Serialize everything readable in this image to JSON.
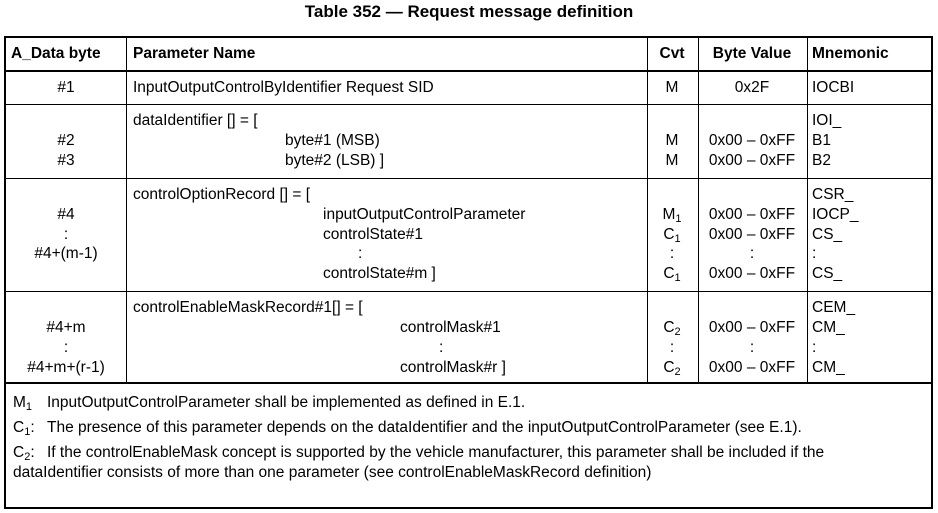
{
  "title": "Table 352 — Request message definition",
  "headers": [
    "A_Data byte",
    "Parameter Name",
    "Cvt",
    "Byte Value",
    "Mnemonic"
  ],
  "rows": [
    {
      "byte": [
        "#1"
      ],
      "params": [
        "InputOutputControlByIdentifier Request SID"
      ],
      "cvt": [
        "M"
      ],
      "value": [
        "0x2F"
      ],
      "mnemonic": [
        "IOCBI"
      ]
    },
    {
      "byte": [
        "#2",
        "#3"
      ],
      "params": [
        "dataIdentifier [] = [",
        "byte#1 (MSB)",
        "byte#2 (LSB) ]"
      ],
      "cvt": [
        "M",
        "M"
      ],
      "value": [
        "0x00 – 0xFF",
        "0x00 – 0xFF"
      ],
      "mnemonic": [
        "IOI_",
        "B1",
        "B2"
      ]
    },
    {
      "byte": [
        "#4",
        ":",
        "#4+(m-1)"
      ],
      "params": [
        "controlOptionRecord [] = [",
        "inputOutputControlParameter",
        "controlState#1",
        ":",
        "controlState#m ]"
      ],
      "cvt": [
        "M",
        "C",
        ":",
        "C"
      ],
      "cvt_sub": [
        "1",
        "1",
        "",
        "1"
      ],
      "value": [
        "0x00 – 0xFF",
        "0x00 – 0xFF",
        ":",
        "0x00 – 0xFF"
      ],
      "mnemonic": [
        "CSR_",
        "IOCP_",
        "CS_",
        ":",
        "CS_"
      ]
    },
    {
      "byte": [
        "#4+m",
        ":",
        "#4+m+(r-1)"
      ],
      "params": [
        "controlEnableMaskRecord#1[] = [",
        "controlMask#1",
        ":",
        "controlMask#r ]"
      ],
      "cvt": [
        "C",
        ":",
        "C"
      ],
      "cvt_sub": [
        "2",
        "",
        "2"
      ],
      "value": [
        "0x00 – 0xFF",
        ":",
        "0x00 – 0xFF"
      ],
      "mnemonic": [
        "CEM_",
        "CM_",
        ":",
        "CM_"
      ]
    }
  ],
  "notes": [
    {
      "label": "M",
      "sub": "1",
      "text": "InputOutputControlParameter shall be implemented as defined in E.1."
    },
    {
      "label": "C",
      "sub": "1",
      "text": "The presence of this parameter depends on the dataIdentifier and the inputOutputControlParameter (see E.1)."
    },
    {
      "label": "C",
      "sub": "2",
      "text": "If the controlEnableMask concept is supported by the vehicle manufacturer, this parameter shall be included if the",
      "text2": "dataIdentifier consists of more than one parameter (see controlEnableMaskRecord definition)"
    }
  ]
}
